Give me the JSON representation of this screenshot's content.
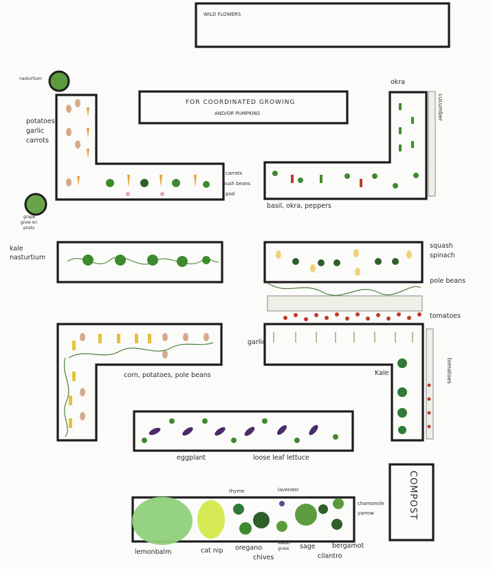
{
  "top_labels": {
    "wild_flowers": "WILD FLOWERS",
    "coordinated_line1": "FOR COORDINATED GROWING",
    "coordinated_line2": "AND/OR PUMPKINS"
  },
  "left_labels": {
    "nasturtium_top": "nasturtium",
    "potatoes": "potatoes",
    "garlic": "garlic",
    "carrots": "carrots",
    "grape_line1": "grape",
    "grape_line2": "grow on",
    "grape_line3": "posts",
    "kale": "kale",
    "nasturtium": "nasturtium"
  },
  "bed_labels": {
    "carrots_right": "carrots",
    "bush_beans": "bush beans",
    "pod": "pod",
    "okra": "okra",
    "cucumber": "cucumber",
    "basil_okra_peppers": "basil, okra, peppers",
    "squash": "squash",
    "spinach": "spinach",
    "pole_beans_right": "pole beans",
    "tomatoes": "tomatoes",
    "garlic_right": "garlic",
    "kale_right": "Kale",
    "tomatoes_vertical": "tomatoes",
    "corn_potatoes_pole_beans": "corn, potatoes, pole beans",
    "eggplant": "eggplant",
    "loose_leaf_lettuce": "loose leaf lettuce",
    "compost": "COMPOST"
  },
  "herb_labels": {
    "thyme": "thyme",
    "lavender": "lavender",
    "chamomile": "chamomile",
    "yarrow": "yarrow",
    "lemon_balm": "lemonbalm",
    "cat_nip": "cat nip",
    "oregano": "oregano",
    "chives": "chives",
    "sweet_grass_line1": "sweet",
    "sweet_grass_line2": "grass",
    "sage": "sage",
    "cilantro": "cilantro",
    "bergamot": "bergamot"
  },
  "colors": {
    "outline": "#1c1c1c",
    "leaf": "#3f8a2f",
    "leaf_dark": "#2f5f2a",
    "carrot": "#e8a13a",
    "tomato": "#c0392b",
    "eggplant": "#4b2a6b",
    "squash": "#f0d27a",
    "corn": "#e6c23a",
    "potato": "#d7a98c",
    "lemon_balm": "#8fd07a",
    "cat_nip": "#d6ea55"
  }
}
